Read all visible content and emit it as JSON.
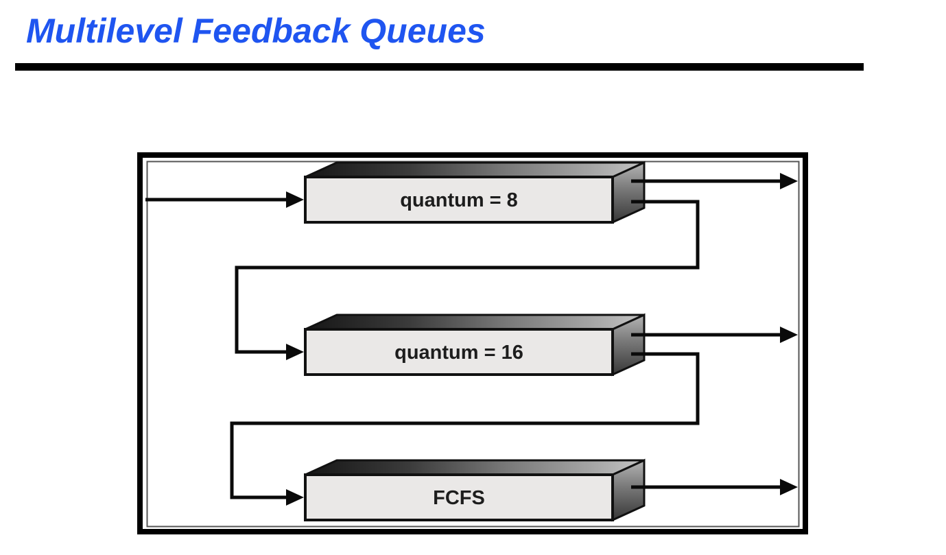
{
  "slide": {
    "title": "Multilevel Feedback Queues"
  },
  "diagram": {
    "queues": [
      {
        "label": "quantum = 8"
      },
      {
        "label": "quantum = 16"
      },
      {
        "label": "FCFS"
      }
    ],
    "colors": {
      "title_text": "#1F55F0",
      "title_rule": "#000000",
      "box_front_face": "#EAE8E7",
      "box_outline": "#111111",
      "box_top_face_dark": "#161616",
      "box_top_face_light": "#C4C4C4",
      "box_side_face_light": "#B4B4B4",
      "box_side_face_dark": "#383838",
      "arrow": "#0A0A0A",
      "frame_outer": "#000000",
      "frame_inner": "#555555",
      "background": "#FFFFFF"
    }
  }
}
